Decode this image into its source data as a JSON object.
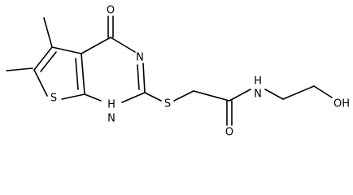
{
  "molecule": {
    "atoms": [
      {
        "id": "O_keto",
        "label": "O"
      },
      {
        "id": "N3",
        "label": "N"
      },
      {
        "id": "S_ring",
        "label": "S"
      },
      {
        "id": "N1H",
        "label": "H",
        "sub": "N"
      },
      {
        "id": "S_thio",
        "label": "S"
      },
      {
        "id": "O_amide",
        "label": "O"
      },
      {
        "id": "NH_amide",
        "label": "H",
        "sub": "N"
      },
      {
        "id": "OH",
        "label": "OH"
      }
    ]
  }
}
